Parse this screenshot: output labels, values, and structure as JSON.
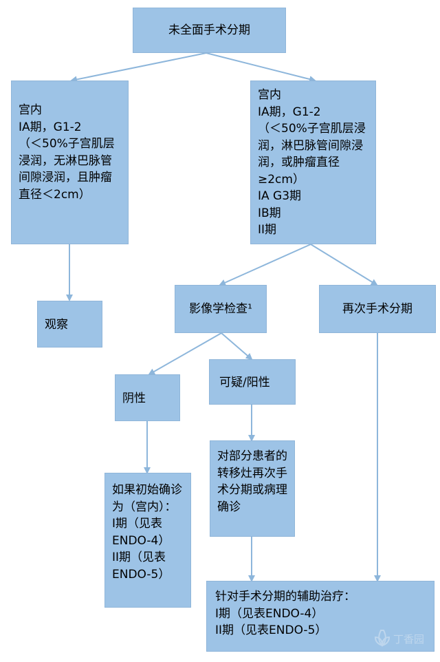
{
  "nodes": {
    "root": "未全面手术分期",
    "left_condition": "宫内\nIA期，G1-2\n（＜50%子宫肌层浸润，无淋巴脉管间隙浸润，且肿瘤直径＜2cm）",
    "right_condition": "宫内\nIA期，G1-2\n（＜50%子宫肌层浸润，淋巴脉管间隙浸润，或肿瘤直径≥2cm）\nIA  G3期\nIB期\nII期",
    "observe": "观察",
    "imaging": "影像学检查¹",
    "restaging": "再次手术分期",
    "negative": "阴性",
    "suspicious": "可疑/阳性",
    "negative_action": "如果初始确诊为（宫内）：\nI期（见表ENDO-4）\nII期（见表ENDO-5）",
    "suspicious_action": "对部分患者的转移灶再次手术分期或病理确诊",
    "adjuvant": "针对手术分期的辅助治疗：\nI期（见表ENDO-4）\nII期（见表ENDO-5）"
  },
  "watermark": "丁香园",
  "colors": {
    "box_fill": "#9dc3e6",
    "arrow": "#8db6db"
  }
}
